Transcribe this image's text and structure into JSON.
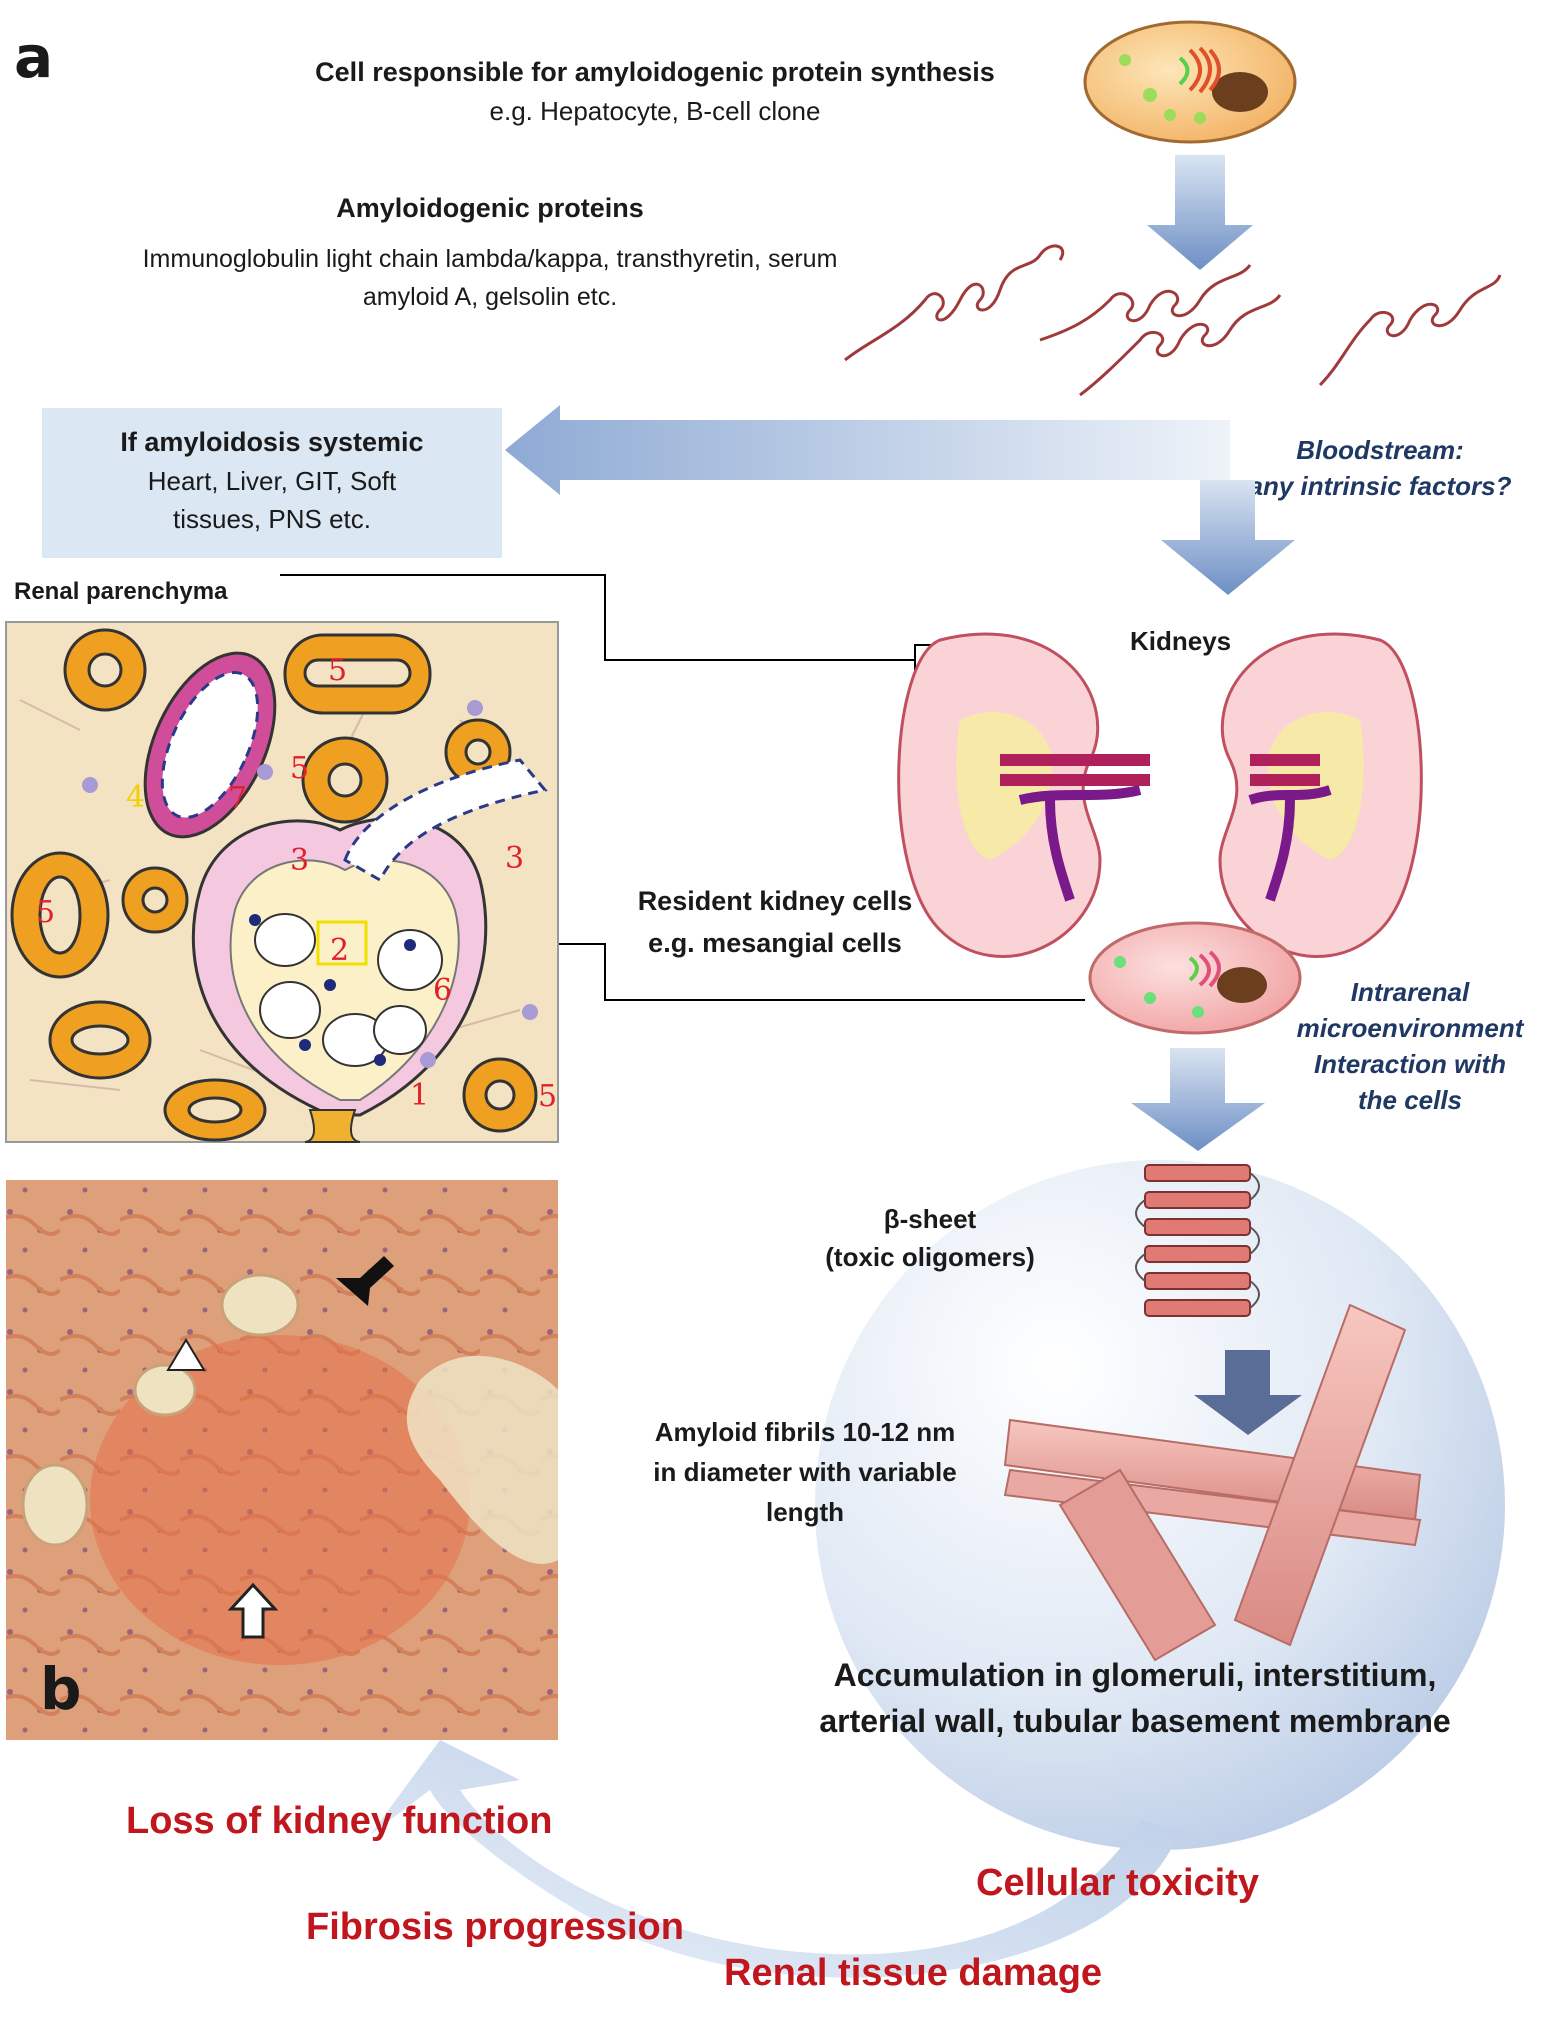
{
  "panel_labels": {
    "a": "a",
    "b": "b"
  },
  "synthesis": {
    "title": "Cell responsible  for amyloidogenic protein synthesis",
    "examples": "e.g. Hepatocyte, B-cell clone"
  },
  "proteins": {
    "title": "Amyloidogenic proteins",
    "line1": "Immunoglobulin light chain lambda/kappa, transthyretin, serum",
    "line2": "amyloid A, gelsolin etc."
  },
  "systemic": {
    "title": "If amyloidosis systemic",
    "line1": "Heart, Liver, GIT, Soft",
    "line2": "tissues, PNS etc."
  },
  "bloodstream": {
    "line1": "Bloodstream:",
    "line2": "any intrinsic factors?"
  },
  "renal_parenchyma": "Renal parenchyma",
  "kidneys_label": "Kidneys",
  "resident_cells": {
    "line1": "Resident kidney cells",
    "line2": "e.g. mesangial cells"
  },
  "microenvironment": {
    "line1": "Intrarenal",
    "line2": "microenvironment",
    "line3": "Interaction with",
    "line4": "the cells"
  },
  "beta_sheet": {
    "line1": "β-sheet",
    "line2": "(toxic oligomers)"
  },
  "fibrils": {
    "line1": "Amyloid fibrils 10-12 nm",
    "line2": "in diameter with variable",
    "line3": "length"
  },
  "accumulation": {
    "line1": "Accumulation in glomeruli, interstitium,",
    "line2": "arterial wall, tubular basement membrane"
  },
  "outcomes": {
    "loss": "Loss of kidney function",
    "fibrosis": "Fibrosis progression",
    "toxicity": "Cellular toxicity",
    "damage": "Renal tissue damage"
  },
  "parenchyma_numbers": [
    "1",
    "2",
    "3",
    "3",
    "4",
    "5",
    "5",
    "5",
    "5",
    "6",
    "7"
  ],
  "colors": {
    "arrow_blue": "#7f9fcc",
    "light_blue_box": "#dbe7f3",
    "outcome_red": "#c0161d",
    "italic_blue": "#1f3864",
    "tubule_orange": "#f0a020",
    "background_beige": "#f3e3c3"
  }
}
